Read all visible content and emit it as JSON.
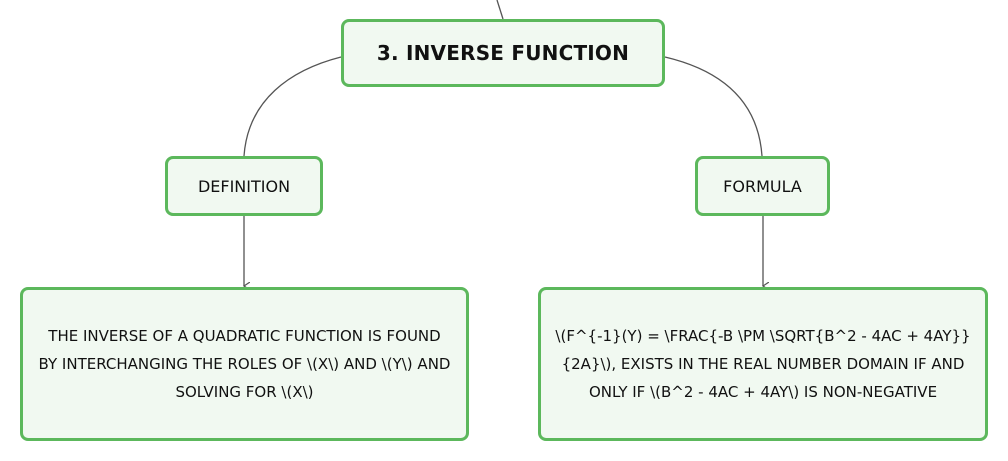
{
  "root": {
    "label": "3. INVERSE FUNCTION"
  },
  "branches": [
    {
      "label": "DEFINITION",
      "detail": "THE INVERSE OF A QUADRATIC FUNCTION IS FOUND BY INTERCHANGING THE ROLES OF \\(X\\) AND \\(Y\\) AND SOLVING FOR \\(X\\)"
    },
    {
      "label": "FORMULA",
      "detail": "\\(F^{-1}(Y) = \\FRAC{-B \\PM \\SQRT{B^2 - 4AC + 4AY}}{2A}\\), EXISTS IN THE REAL NUMBER DOMAIN IF AND ONLY IF \\(B^2 - 4AC + 4AY\\) IS NON-NEGATIVE"
    }
  ],
  "colors": {
    "node_border": "#5cb85c",
    "node_fill": "#f1f9f1",
    "connector": "#555555"
  }
}
